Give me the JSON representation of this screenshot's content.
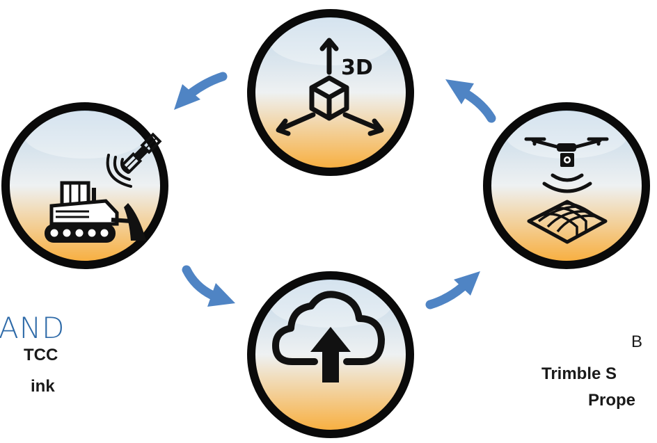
{
  "colors": {
    "arrow": "#4f84c4",
    "ring": "#0a0a0a",
    "fill_top": "#bcd3e6",
    "fill_mid": "#eef1f2",
    "fill_bottom": "#f8ac38",
    "icon": "#111111",
    "heading": "#2e6aa8"
  },
  "nodes": [
    {
      "id": "model",
      "icon": "3d-axes-cube-icon",
      "label": "3D"
    },
    {
      "id": "drone-survey",
      "icon": "drone-terrain-scan-icon"
    },
    {
      "id": "cloud",
      "icon": "cloud-upload-icon"
    },
    {
      "id": "machine",
      "icon": "bulldozer-satellite-icon"
    }
  ],
  "left_text": {
    "heading": "AND",
    "line1": "TCC",
    "line2": "ink"
  },
  "right_text": {
    "line0": "B",
    "line1": "Trimble S",
    "line2": "Prope"
  }
}
